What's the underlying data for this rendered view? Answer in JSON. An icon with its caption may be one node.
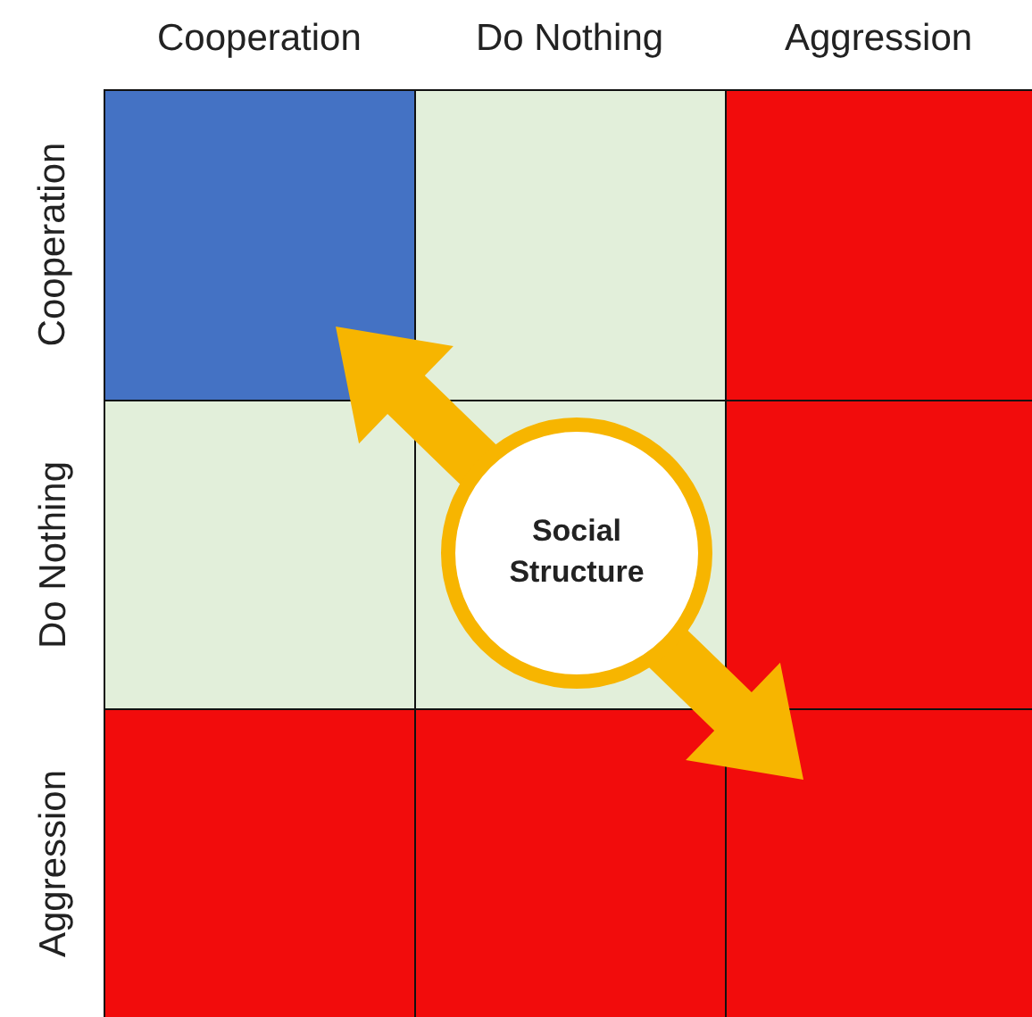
{
  "diagram": {
    "nodes": [
      {
        "text": [
          "Social Structure"
        ]
      }
    ],
    "labels": [
      "Cooperation",
      "Do Nothing",
      "Aggression",
      "Cooperation",
      "Do Nothing",
      "Aggression"
    ]
  }
}
